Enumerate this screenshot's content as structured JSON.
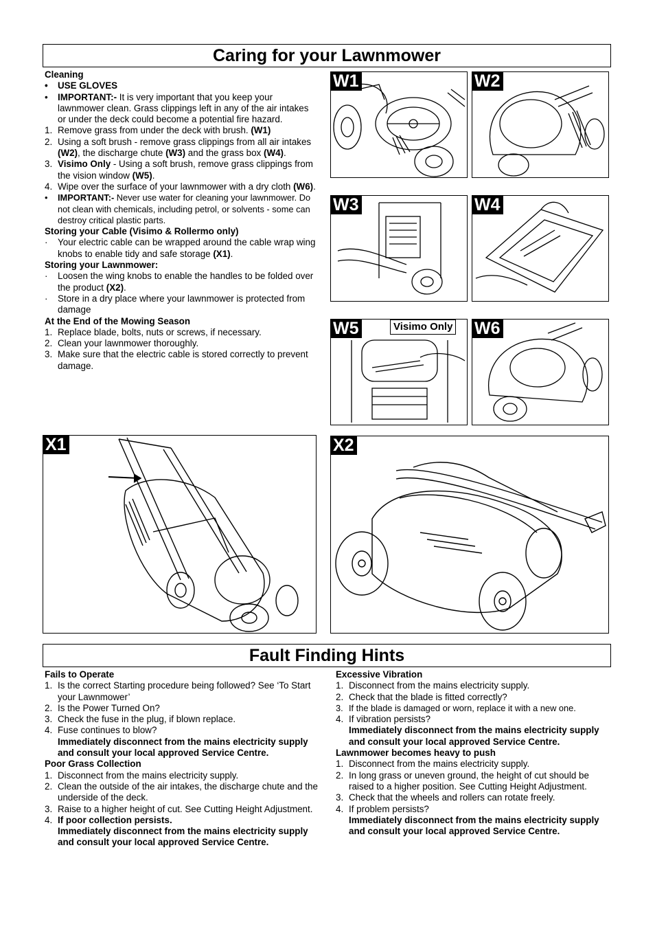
{
  "caring": {
    "title": "Caring for your Lawnmower",
    "cleaning": {
      "heading": "Cleaning",
      "b1": "USE GLOVES",
      "b2_bold": "IMPORTANT:-",
      "b2_text": " It is very important that you keep your lawnmower clean.  Grass clippings left in any of the air intakes or under the deck could become a potential fire hazard.",
      "s1_text": "Remove grass from under the deck with brush. ",
      "s1_ref": "(W1)",
      "s2_a": "Using a soft brush - remove grass clippings from all air intakes ",
      "s2_ref1": "(W2)",
      "s2_b": ", the discharge chute ",
      "s2_ref2": "(W3)",
      "s2_c": " and the grass box ",
      "s2_ref3": "(W4)",
      "s2_d": ".",
      "s3_bold": "Visimo Only",
      "s3_text": " - Using a soft brush, remove grass clippings from the vision window ",
      "s3_ref": "(W5)",
      "s3_end": ".",
      "s4_text": "Wipe over the surface of your lawnmower with a dry cloth ",
      "s4_ref": "(W6)",
      "s4_end": ".",
      "b3_bold": "IMPORTANT:-",
      "b3_text": " Never use water for cleaning your lawnmower.  Do not clean with chemicals, including petrol, or solvents - some can destroy critical plastic parts."
    },
    "cable": {
      "heading": "Storing your Cable (Visimo & Rollermo only)",
      "b1_text": "Your electric cable can be wrapped around the cable wrap wing knobs to enable tidy and safe storage ",
      "b1_ref": "(X1)",
      "b1_end": "."
    },
    "storing": {
      "heading": "Storing your Lawnmower:",
      "b1_text": "Loosen the wing knobs to enable the handles to be folded over the product ",
      "b1_ref": "(X2)",
      "b1_end": ".",
      "b2_text": "Store in a dry place where your lawnmower is protected from damage"
    },
    "season": {
      "heading": "At the End of the Mowing Season",
      "s1": "Replace blade, bolts, nuts or screws, if necessary.",
      "s2": "Clean your lawnmower thoroughly.",
      "s3": "Make sure that the electric cable is stored correctly to prevent damage."
    },
    "figures": {
      "w1": "W1",
      "w2": "W2",
      "w3": "W3",
      "w4": "W4",
      "w5": "W5",
      "w6": "W6",
      "visimo_only": "Visimo Only",
      "x1": "X1",
      "x2": "X2"
    }
  },
  "fault": {
    "title": "Fault Finding Hints",
    "fails": {
      "heading": "Fails to Operate",
      "s1": "Is the correct Starting procedure being followed?  See ‘To Start your Lawnmower’",
      "s2": "Is the Power Turned On?",
      "s3": "Check the fuse in the plug, if blown replace.",
      "s4": "Fuse continues to blow?",
      "s4_bold": "Immediately disconnect from the mains electricity supply and consult your local approved Service Centre."
    },
    "poor": {
      "heading": "Poor Grass Collection",
      "s1": "Disconnect from the mains electricity supply.",
      "s2": "Clean the outside of the air intakes, the discharge chute and the underside of the deck.",
      "s3": "Raise to a higher height of cut.  See Cutting Height Adjustment.",
      "s4": "If poor collection persists.",
      "s4_bold": "Immediately disconnect from the mains electricity supply and consult your local approved Service Centre."
    },
    "vibration": {
      "heading": "Excessive Vibration",
      "s1": "Disconnect from the mains electricity supply.",
      "s2": "Check that the blade is fitted correctly?",
      "s3": "If the blade is damaged or worn, replace it with a new one.",
      "s4": "If vibration persists?",
      "s4_bold": "Immediately disconnect from the mains electricity supply and consult your local approved Service Centre."
    },
    "heavy": {
      "heading": "Lawnmower becomes heavy to push",
      "s1": "Disconnect from the mains electricity supply.",
      "s2": "In long grass or uneven ground, the height of cut should be raised to a higher position.  See Cutting Height Adjustment.",
      "s3": "Check that the wheels and rollers can rotate freely.",
      "s4": "If problem persists?",
      "s4_bold": "Immediately disconnect from the mains electricity supply and consult your local approved Service Centre."
    }
  },
  "list_markers": {
    "bullet": "•",
    "dot": "·",
    "n1": "1.",
    "n2": "2.",
    "n3": "3.",
    "n4": "4."
  }
}
